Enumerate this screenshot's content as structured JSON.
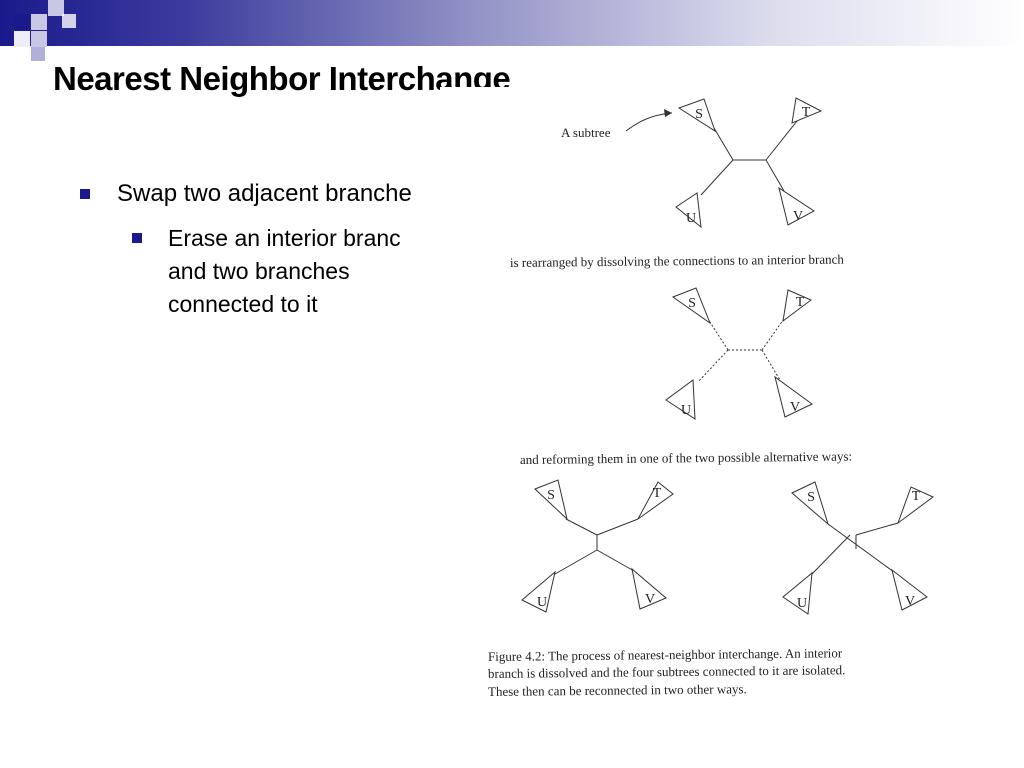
{
  "slide": {
    "title": "Nearest Neighbor Interchange",
    "bullet_1": "Swap two adjacent branche",
    "bullet_2_lines": [
      "Erase an interior branc",
      "and two branches",
      "connected to it"
    ]
  },
  "figure": {
    "subtree_annotation": "A subtree",
    "caption_1": "is rearranged by dissolving the connections to an interior branch",
    "caption_2": "and reforming them in one of the two possible alternative ways:",
    "figure_caption_lines": [
      "Figure 4.2:  The process of nearest-neighbor interchange.  An interior",
      "branch is dissolved and the four subtrees connected to it are isolated.",
      "These then can be reconnected in two other ways."
    ],
    "leaf_labels": {
      "s": "S",
      "t": "T",
      "u": "U",
      "v": "V"
    }
  },
  "colors": {
    "banner_dark": "#1a1a8c",
    "banner_light": "#dcdcee",
    "bullet": "#1a1a8c"
  }
}
